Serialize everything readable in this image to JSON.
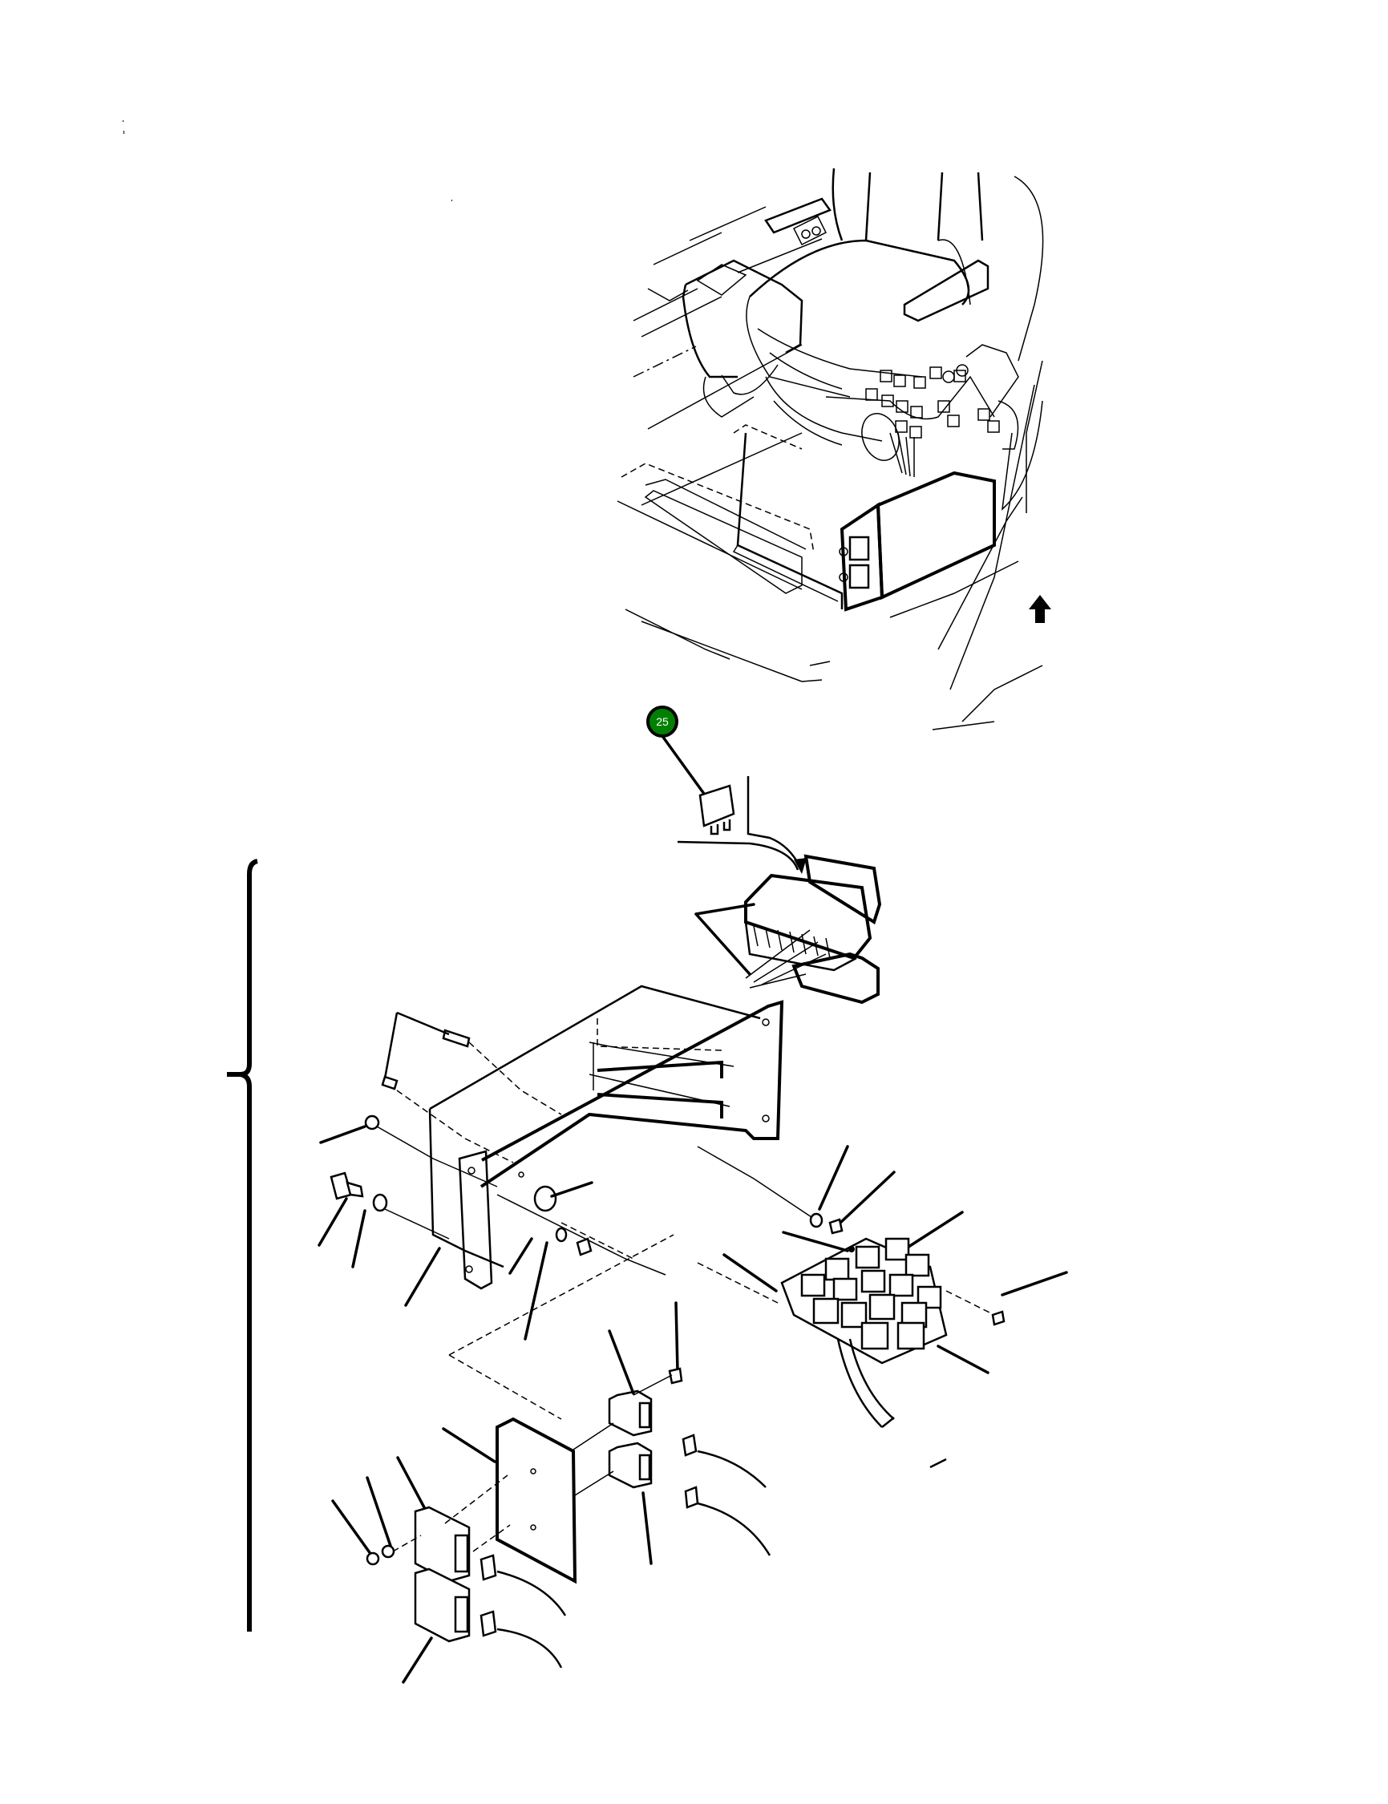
{
  "diagram": {
    "type": "exploded-parts-view",
    "subject": "seat-mounted relay / fuse box assembly",
    "callouts": [
      {
        "label": "25",
        "color": "#008000",
        "text_color": "#ffffff",
        "target": "blade-fuse"
      }
    ],
    "unlabeled_leader_count": 27,
    "locator_arrow": "black arrow pointing to relay box under seat",
    "group_brace": "left curly brace spanning lower assembly"
  },
  "colors": {
    "line": "#000000",
    "background": "#ffffff",
    "callout_fill": "#008000",
    "callout_ring": "#000000"
  }
}
